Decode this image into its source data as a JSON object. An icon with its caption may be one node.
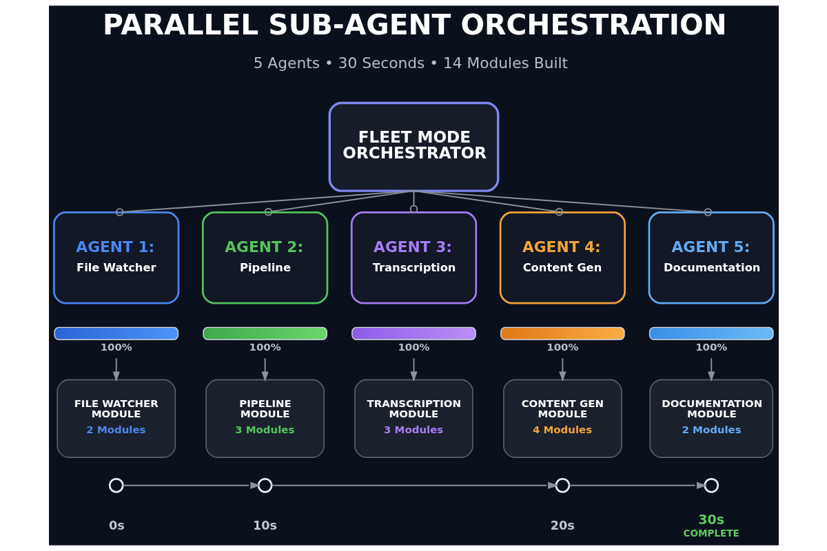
{
  "diagram": {
    "title": "PARALLEL SUB-AGENT ORCHESTRATION",
    "nodes": [
      {
        "text": [
          "FLEET MODE ORCHESTRATOR"
        ]
      },
      {
        "text": [
          "AGENT 1:",
          "File Watcher"
        ]
      },
      {
        "text": [
          "AGENT 2:",
          "Pipeline"
        ]
      },
      {
        "text": [
          "AGENT 3:",
          "Transcription"
        ]
      },
      {
        "text": [
          "AGENT 4:",
          "Content Gen"
        ]
      },
      {
        "text": [
          "AGENT 5:",
          "Documentation"
        ]
      },
      {
        "text": [],
        "shape": "bar",
        "beside": [
          "100%"
        ]
      },
      {
        "text": [],
        "shape": "bar",
        "beside": [
          "100%"
        ]
      },
      {
        "text": [],
        "shape": "bar",
        "beside": [
          "100%"
        ]
      },
      {
        "text": [],
        "shape": "bar",
        "beside": [
          "100%"
        ]
      },
      {
        "text": [],
        "shape": "bar",
        "beside": [
          "100%"
        ]
      },
      {
        "text": [
          "FILE WATCHER MODULE",
          "2 Modules"
        ]
      },
      {
        "text": [
          "PIPELINE MODULE",
          "3 Modules"
        ]
      },
      {
        "text": [
          "TRANSCRIPTION MODULE",
          "3 Modules"
        ]
      },
      {
        "text": [
          "CONTENT GEN MODULE",
          "4 Modules"
        ]
      },
      {
        "text": [
          "DOCUMENTATION MODULE",
          "2 Modules"
        ]
      },
      {
        "text": [],
        "shape": "circle",
        "beside": [
          "0s"
        ]
      },
      {
        "text": [],
        "shape": "circle",
        "beside": [
          "10s"
        ]
      },
      {
        "text": [],
        "shape": "circle",
        "beside": [
          "20s"
        ]
      },
      {
        "text": [],
        "shape": "circle",
        "beside": [
          "30s",
          "COMPLETE"
        ]
      }
    ],
    "edges": [
      {
        "from": 0,
        "to": 1,
        "arrow": "other"
      },
      {
        "from": 0,
        "to": 2,
        "arrow": "other"
      },
      {
        "from": 0,
        "to": 3,
        "arrow": "other"
      },
      {
        "from": 0,
        "to": 4,
        "arrow": "other"
      },
      {
        "from": 0,
        "to": 5,
        "arrow": "other"
      },
      {
        "from": 6,
        "to": 11,
        "arrow": "to"
      },
      {
        "from": 7,
        "to": 12,
        "arrow": "to"
      },
      {
        "from": 8,
        "to": 13,
        "arrow": "to"
      },
      {
        "from": 9,
        "to": 14,
        "arrow": "to"
      },
      {
        "from": 10,
        "to": 15,
        "arrow": "to"
      },
      {
        "from": 16,
        "to": 17,
        "arrow": "to"
      },
      {
        "from": 17,
        "to": 18,
        "arrow": "to"
      },
      {
        "from": 18,
        "to": 19,
        "arrow": "to"
      }
    ],
    "labels": [
      "5 Agents • 30 Seconds • 14 Modules Built"
    ]
  }
}
